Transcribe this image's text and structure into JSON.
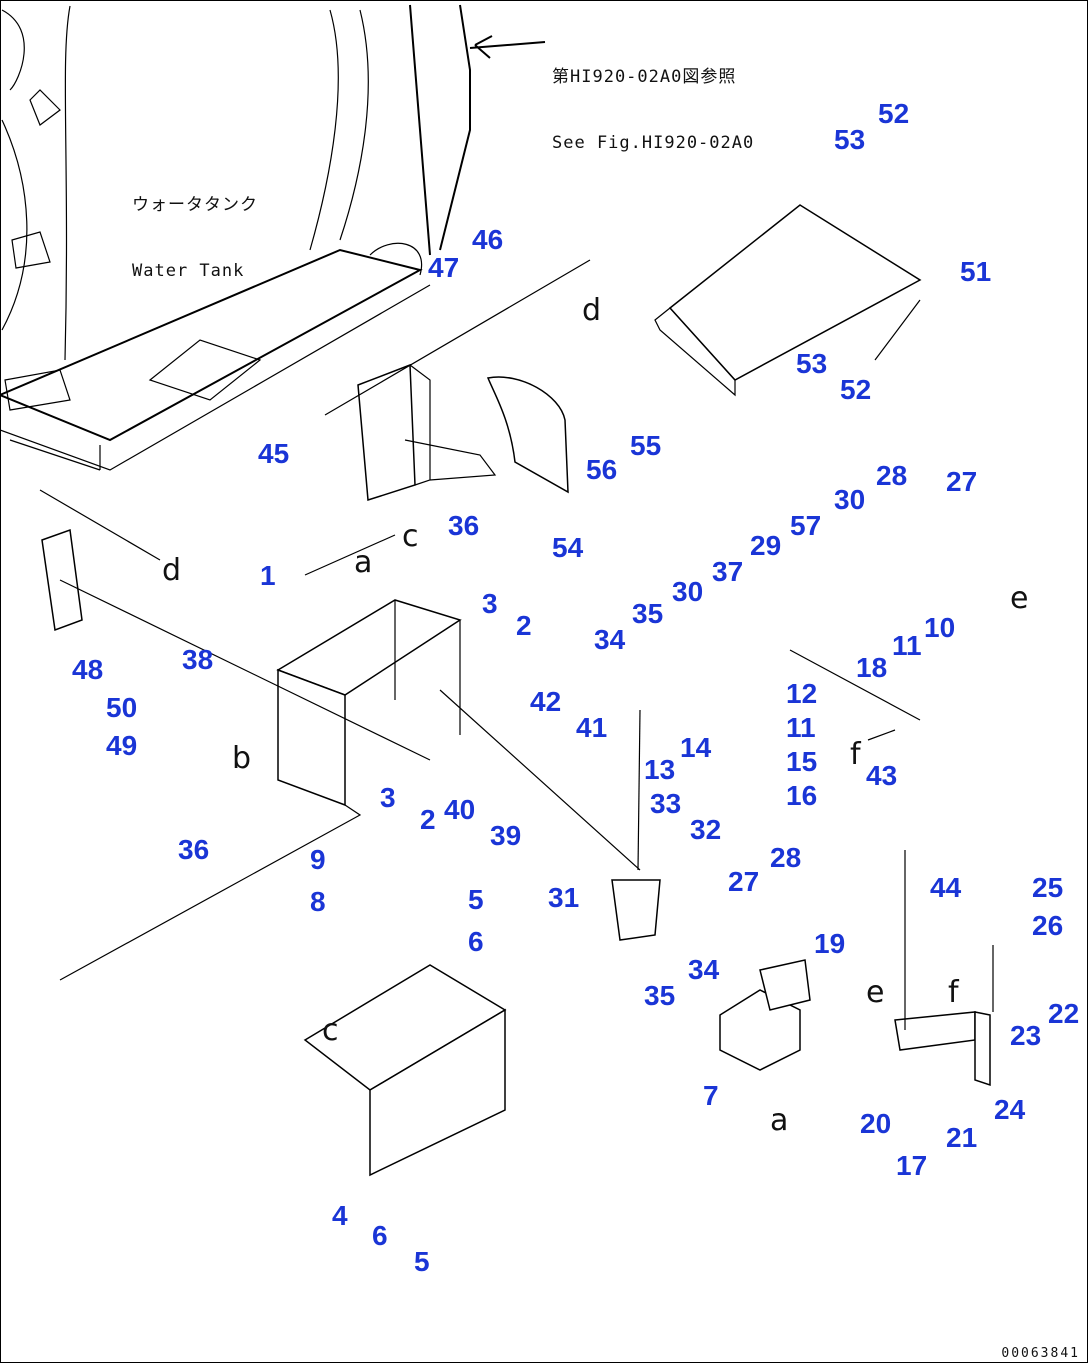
{
  "reference_note": {
    "line1": "第HI920-02A0図参照",
    "line2": "See Fig.HI920-02A0"
  },
  "water_tank_label": {
    "jp": "ウォータタンク",
    "en": "Water Tank"
  },
  "drawing_code": "00063841",
  "colors": {
    "callout": "#1a35d6",
    "line": "#000000"
  },
  "callouts": [
    {
      "id": "c1",
      "text": "1"
    },
    {
      "id": "c2a",
      "text": "2"
    },
    {
      "id": "c2b",
      "text": "2"
    },
    {
      "id": "c3a",
      "text": "3"
    },
    {
      "id": "c3b",
      "text": "3"
    },
    {
      "id": "c4",
      "text": "4"
    },
    {
      "id": "c5a",
      "text": "5"
    },
    {
      "id": "c5b",
      "text": "5"
    },
    {
      "id": "c6a",
      "text": "6"
    },
    {
      "id": "c6b",
      "text": "6"
    },
    {
      "id": "c7",
      "text": "7"
    },
    {
      "id": "c8",
      "text": "8"
    },
    {
      "id": "c9",
      "text": "9"
    },
    {
      "id": "c10",
      "text": "10"
    },
    {
      "id": "c11a",
      "text": "11"
    },
    {
      "id": "c11b",
      "text": "11"
    },
    {
      "id": "c12",
      "text": "12"
    },
    {
      "id": "c13",
      "text": "13"
    },
    {
      "id": "c14",
      "text": "14"
    },
    {
      "id": "c15",
      "text": "15"
    },
    {
      "id": "c16",
      "text": "16"
    },
    {
      "id": "c17",
      "text": "17"
    },
    {
      "id": "c18",
      "text": "18"
    },
    {
      "id": "c19",
      "text": "19"
    },
    {
      "id": "c20",
      "text": "20"
    },
    {
      "id": "c21",
      "text": "21"
    },
    {
      "id": "c22",
      "text": "22"
    },
    {
      "id": "c23",
      "text": "23"
    },
    {
      "id": "c24",
      "text": "24"
    },
    {
      "id": "c25",
      "text": "25"
    },
    {
      "id": "c26",
      "text": "26"
    },
    {
      "id": "c27a",
      "text": "27"
    },
    {
      "id": "c27b",
      "text": "27"
    },
    {
      "id": "c28a",
      "text": "28"
    },
    {
      "id": "c28b",
      "text": "28"
    },
    {
      "id": "c29",
      "text": "29"
    },
    {
      "id": "c30a",
      "text": "30"
    },
    {
      "id": "c30b",
      "text": "30"
    },
    {
      "id": "c31",
      "text": "31"
    },
    {
      "id": "c32",
      "text": "32"
    },
    {
      "id": "c33",
      "text": "33"
    },
    {
      "id": "c34a",
      "text": "34"
    },
    {
      "id": "c34b",
      "text": "34"
    },
    {
      "id": "c35a",
      "text": "35"
    },
    {
      "id": "c35b",
      "text": "35"
    },
    {
      "id": "c36a",
      "text": "36"
    },
    {
      "id": "c36b",
      "text": "36"
    },
    {
      "id": "c37",
      "text": "37"
    },
    {
      "id": "c38",
      "text": "38"
    },
    {
      "id": "c39",
      "text": "39"
    },
    {
      "id": "c40",
      "text": "40"
    },
    {
      "id": "c41",
      "text": "41"
    },
    {
      "id": "c42",
      "text": "42"
    },
    {
      "id": "c43",
      "text": "43"
    },
    {
      "id": "c44",
      "text": "44"
    },
    {
      "id": "c45",
      "text": "45"
    },
    {
      "id": "c46",
      "text": "46"
    },
    {
      "id": "c47",
      "text": "47"
    },
    {
      "id": "c48",
      "text": "48"
    },
    {
      "id": "c49",
      "text": "49"
    },
    {
      "id": "c50",
      "text": "50"
    },
    {
      "id": "c51",
      "text": "51"
    },
    {
      "id": "c52a",
      "text": "52"
    },
    {
      "id": "c52b",
      "text": "52"
    },
    {
      "id": "c53a",
      "text": "53"
    },
    {
      "id": "c53b",
      "text": "53"
    },
    {
      "id": "c54",
      "text": "54"
    },
    {
      "id": "c55",
      "text": "55"
    },
    {
      "id": "c56",
      "text": "56"
    },
    {
      "id": "c57",
      "text": "57"
    }
  ],
  "reference_letters": [
    {
      "id": "la1",
      "text": "a"
    },
    {
      "id": "la2",
      "text": "a"
    },
    {
      "id": "lb1",
      "text": "b"
    },
    {
      "id": "lc1",
      "text": "c"
    },
    {
      "id": "lc2",
      "text": "c"
    },
    {
      "id": "ld1",
      "text": "d"
    },
    {
      "id": "ld2",
      "text": "d"
    },
    {
      "id": "le1",
      "text": "e"
    },
    {
      "id": "le2",
      "text": "e"
    },
    {
      "id": "lf1",
      "text": "f"
    },
    {
      "id": "lf2",
      "text": "f"
    }
  ]
}
